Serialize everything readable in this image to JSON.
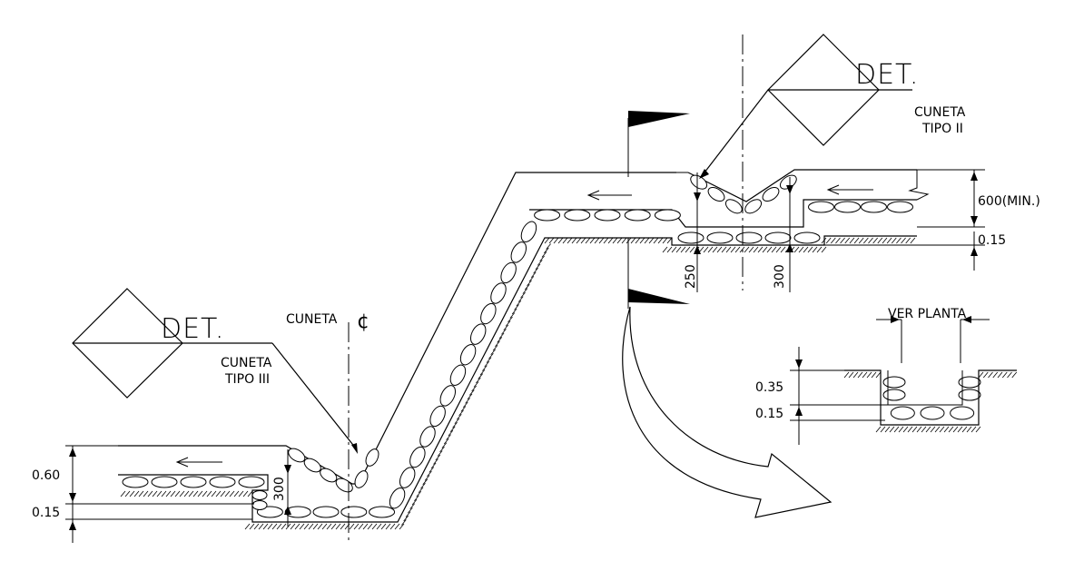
{
  "labels": {
    "det_1": "DET.",
    "det_2": "DET.",
    "cuneta_tipo_ii_1": "CUNETA",
    "cuneta_tipo_ii_2": "TIPO II",
    "cuneta_tipo_iii_1": "CUNETA",
    "cuneta_tipo_iii_2": "TIPO III",
    "cuneta_cl": "CUNETA",
    "centerline_symbol": "¢",
    "ver_planta": "VER PLANTA"
  },
  "dimensions": {
    "top_right_height": "600(MIN.)",
    "top_right_base": "0.15",
    "top_dim_250": "250",
    "top_dim_300": "300",
    "left_height": "0.60",
    "left_base": "0.15",
    "left_dim_300": "300",
    "detail_depth": "0.35",
    "detail_base": "0.15"
  }
}
